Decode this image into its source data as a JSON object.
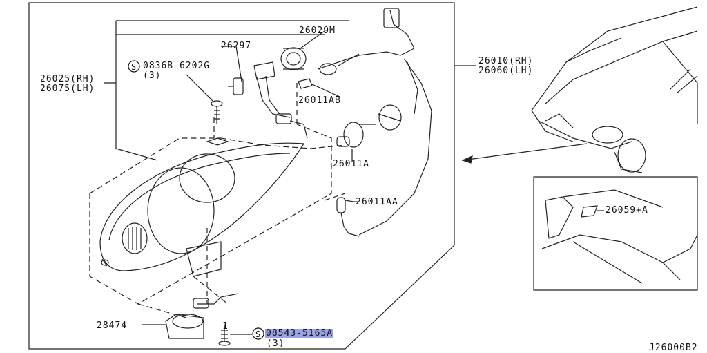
{
  "diagram": {
    "parts": [
      {
        "id": "p1",
        "text": "26029M"
      },
      {
        "id": "p2",
        "text": "26297"
      },
      {
        "id": "p3",
        "text": "0836B-6202G"
      },
      {
        "id": "p4",
        "text": "(3)"
      },
      {
        "id": "p5",
        "text": "26025(RH)"
      },
      {
        "id": "p6",
        "text": "26075(LH)"
      },
      {
        "id": "p7",
        "text": "26011AB"
      },
      {
        "id": "p8",
        "text": "26011A"
      },
      {
        "id": "p9",
        "text": "26011AA"
      },
      {
        "id": "p10",
        "text": "26010(RH)"
      },
      {
        "id": "p11",
        "text": "26060(LH)"
      },
      {
        "id": "p12",
        "text": "26059+A"
      },
      {
        "id": "p13",
        "text": "28474"
      },
      {
        "id": "p14",
        "text": "08543-5165A"
      },
      {
        "id": "p15",
        "text": "(3)"
      },
      {
        "id": "p16",
        "text": "1"
      },
      {
        "id": "p17",
        "text": "J26000B2"
      }
    ],
    "screw_symbol": "S",
    "highlight_color": "#9aa3e8"
  }
}
